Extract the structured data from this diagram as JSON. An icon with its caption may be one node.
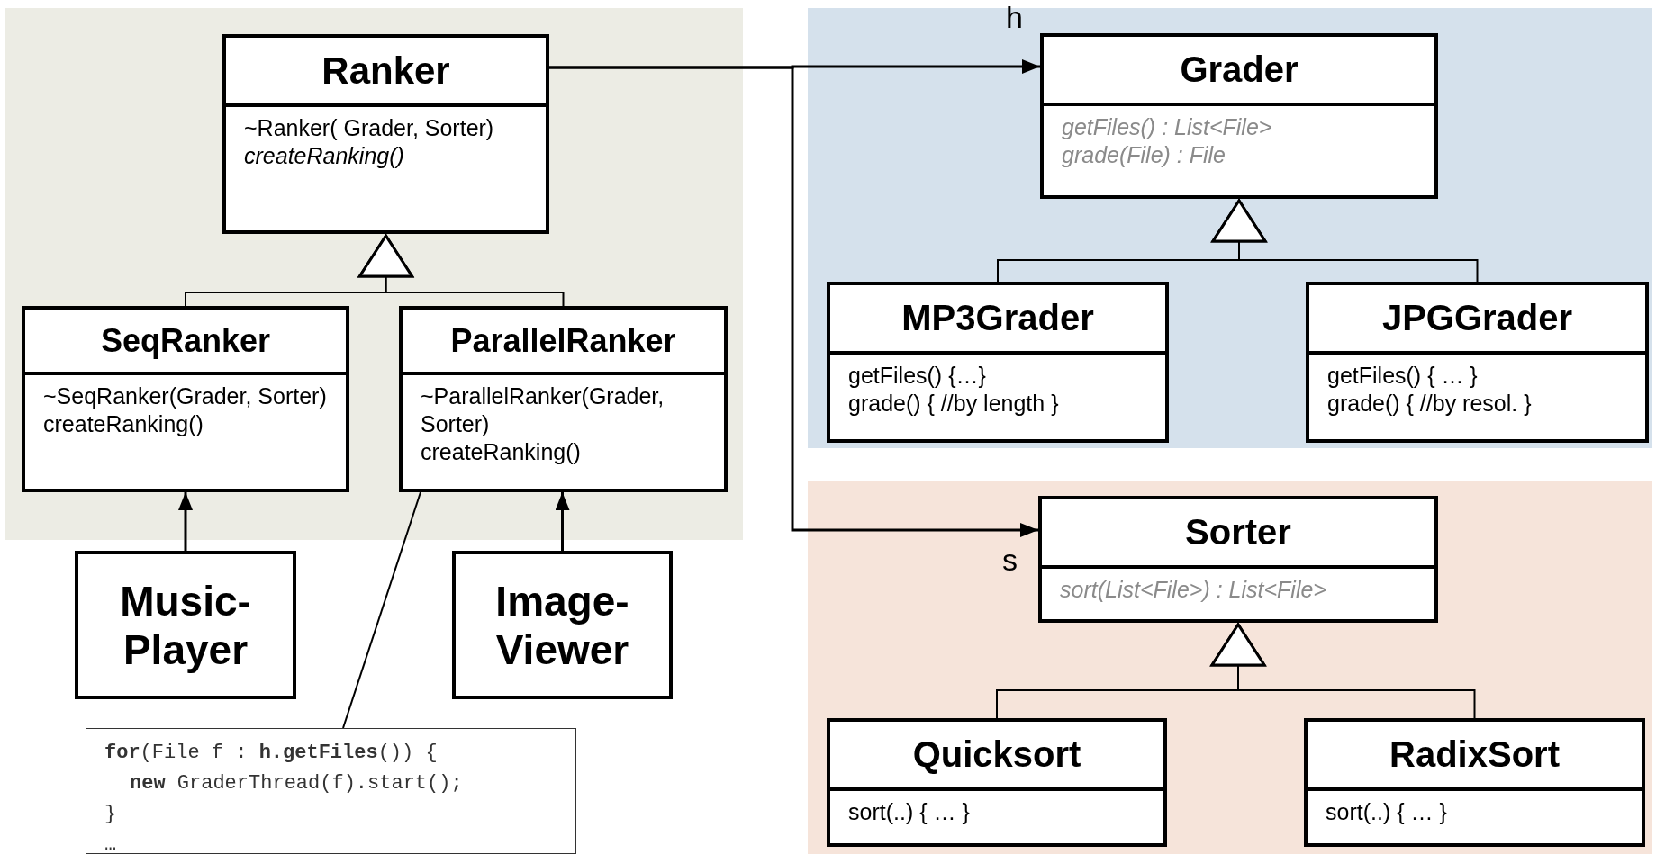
{
  "diagram": {
    "nodes": [
      {
        "text": [
          "Ranker",
          "~Ranker( Grader, Sorter)",
          "createRanking()"
        ]
      },
      {
        "text": [
          "SeqRanker",
          "~SeqRanker(Grader, Sorter)",
          "createRanking()"
        ]
      },
      {
        "text": [
          "ParallelRanker",
          "~ParallelRanker(Grader, Sorter)",
          "createRanking()"
        ]
      },
      {
        "text": [
          "Music- Player"
        ]
      },
      {
        "text": [
          "Image- Viewer"
        ]
      },
      {
        "text": [
          "**for**(File f : **h.getFiles**()) {",
          "**new** GraderThread(f).start();",
          "}",
          "…"
        ]
      },
      {
        "text": [
          "Grader",
          "getFiles() : List<File>",
          "grade(File) : File"
        ]
      },
      {
        "text": [
          "MP3Grader",
          "getFiles() {…}",
          "grade() { //by length }"
        ]
      },
      {
        "text": [
          "JPGGrader",
          "getFiles() { … }",
          "grade() { //by resol. }"
        ]
      },
      {
        "text": [
          "Sorter",
          "sort(List<File>) : List<File>"
        ]
      },
      {
        "text": [
          "Quicksort",
          "sort(..) { … }"
        ]
      },
      {
        "text": [
          "RadixSort",
          "sort(..) { … }"
        ]
      }
    ],
    "edges": [
      {
        "from": 1,
        "to": 0,
        "arrow": "to"
      },
      {
        "from": 2,
        "to": 0,
        "arrow": "to"
      },
      {
        "from": 3,
        "to": 1,
        "arrow": "to"
      },
      {
        "from": 4,
        "to": 2,
        "arrow": "to"
      },
      {
        "from": 5,
        "to": 2,
        "arrow": "none"
      },
      {
        "from": 0,
        "to": 6,
        "arrow": "to",
        "label": "h"
      },
      {
        "from": 0,
        "to": 9,
        "arrow": "to",
        "label": "s"
      },
      {
        "from": 7,
        "to": 6,
        "arrow": "to"
      },
      {
        "from": 8,
        "to": 6,
        "arrow": "to"
      },
      {
        "from": 10,
        "to": 9,
        "arrow": "to"
      },
      {
        "from": 11,
        "to": 9,
        "arrow": "to"
      }
    ]
  }
}
